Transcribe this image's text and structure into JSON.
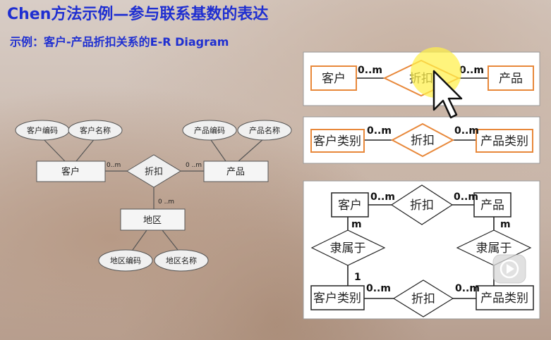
{
  "title": "Chen方法示例—参与联系基数的表达",
  "subtitle": "示例：客户-产品折扣关系的E-R Diagram",
  "left_diagram": {
    "attr_customer_code": "客户编码",
    "attr_customer_name": "客户名称",
    "attr_product_code": "产品编码",
    "attr_product_name": "产品名称",
    "entity_customer": "客户",
    "entity_product": "产品",
    "entity_region": "地区",
    "relation_discount": "折扣",
    "card_customer": "0..m",
    "card_product": "0 ..m",
    "card_region": "0 ..m",
    "attr_region_code": "地区编码",
    "attr_region_name": "地区名称"
  },
  "panel1": {
    "entity_left": "客户",
    "entity_right": "产品",
    "relation": "折扣",
    "card_left": "0..m",
    "card_right": "0..m"
  },
  "panel2": {
    "entity_left": "客户类别",
    "entity_right": "产品类别",
    "relation": "折扣",
    "card_left": "0..m",
    "card_right": "0..m"
  },
  "panel3": {
    "top_left": "客户",
    "top_right": "产品",
    "top_relation": "折扣",
    "top_card_left": "0..m",
    "top_card_right": "0..m",
    "left_relation": "隶属于",
    "right_relation": "隶属于",
    "left_card_m": "m",
    "left_card_1": "1",
    "right_card_m": "m",
    "bottom_left": "客户类别",
    "bottom_right": "产品类别",
    "bottom_relation": "折扣",
    "bottom_card_left": "0..m",
    "bottom_card_right": "0..m"
  },
  "icons": {
    "cursor": "mouse-pointer-icon",
    "play": "play-overlay-icon"
  }
}
